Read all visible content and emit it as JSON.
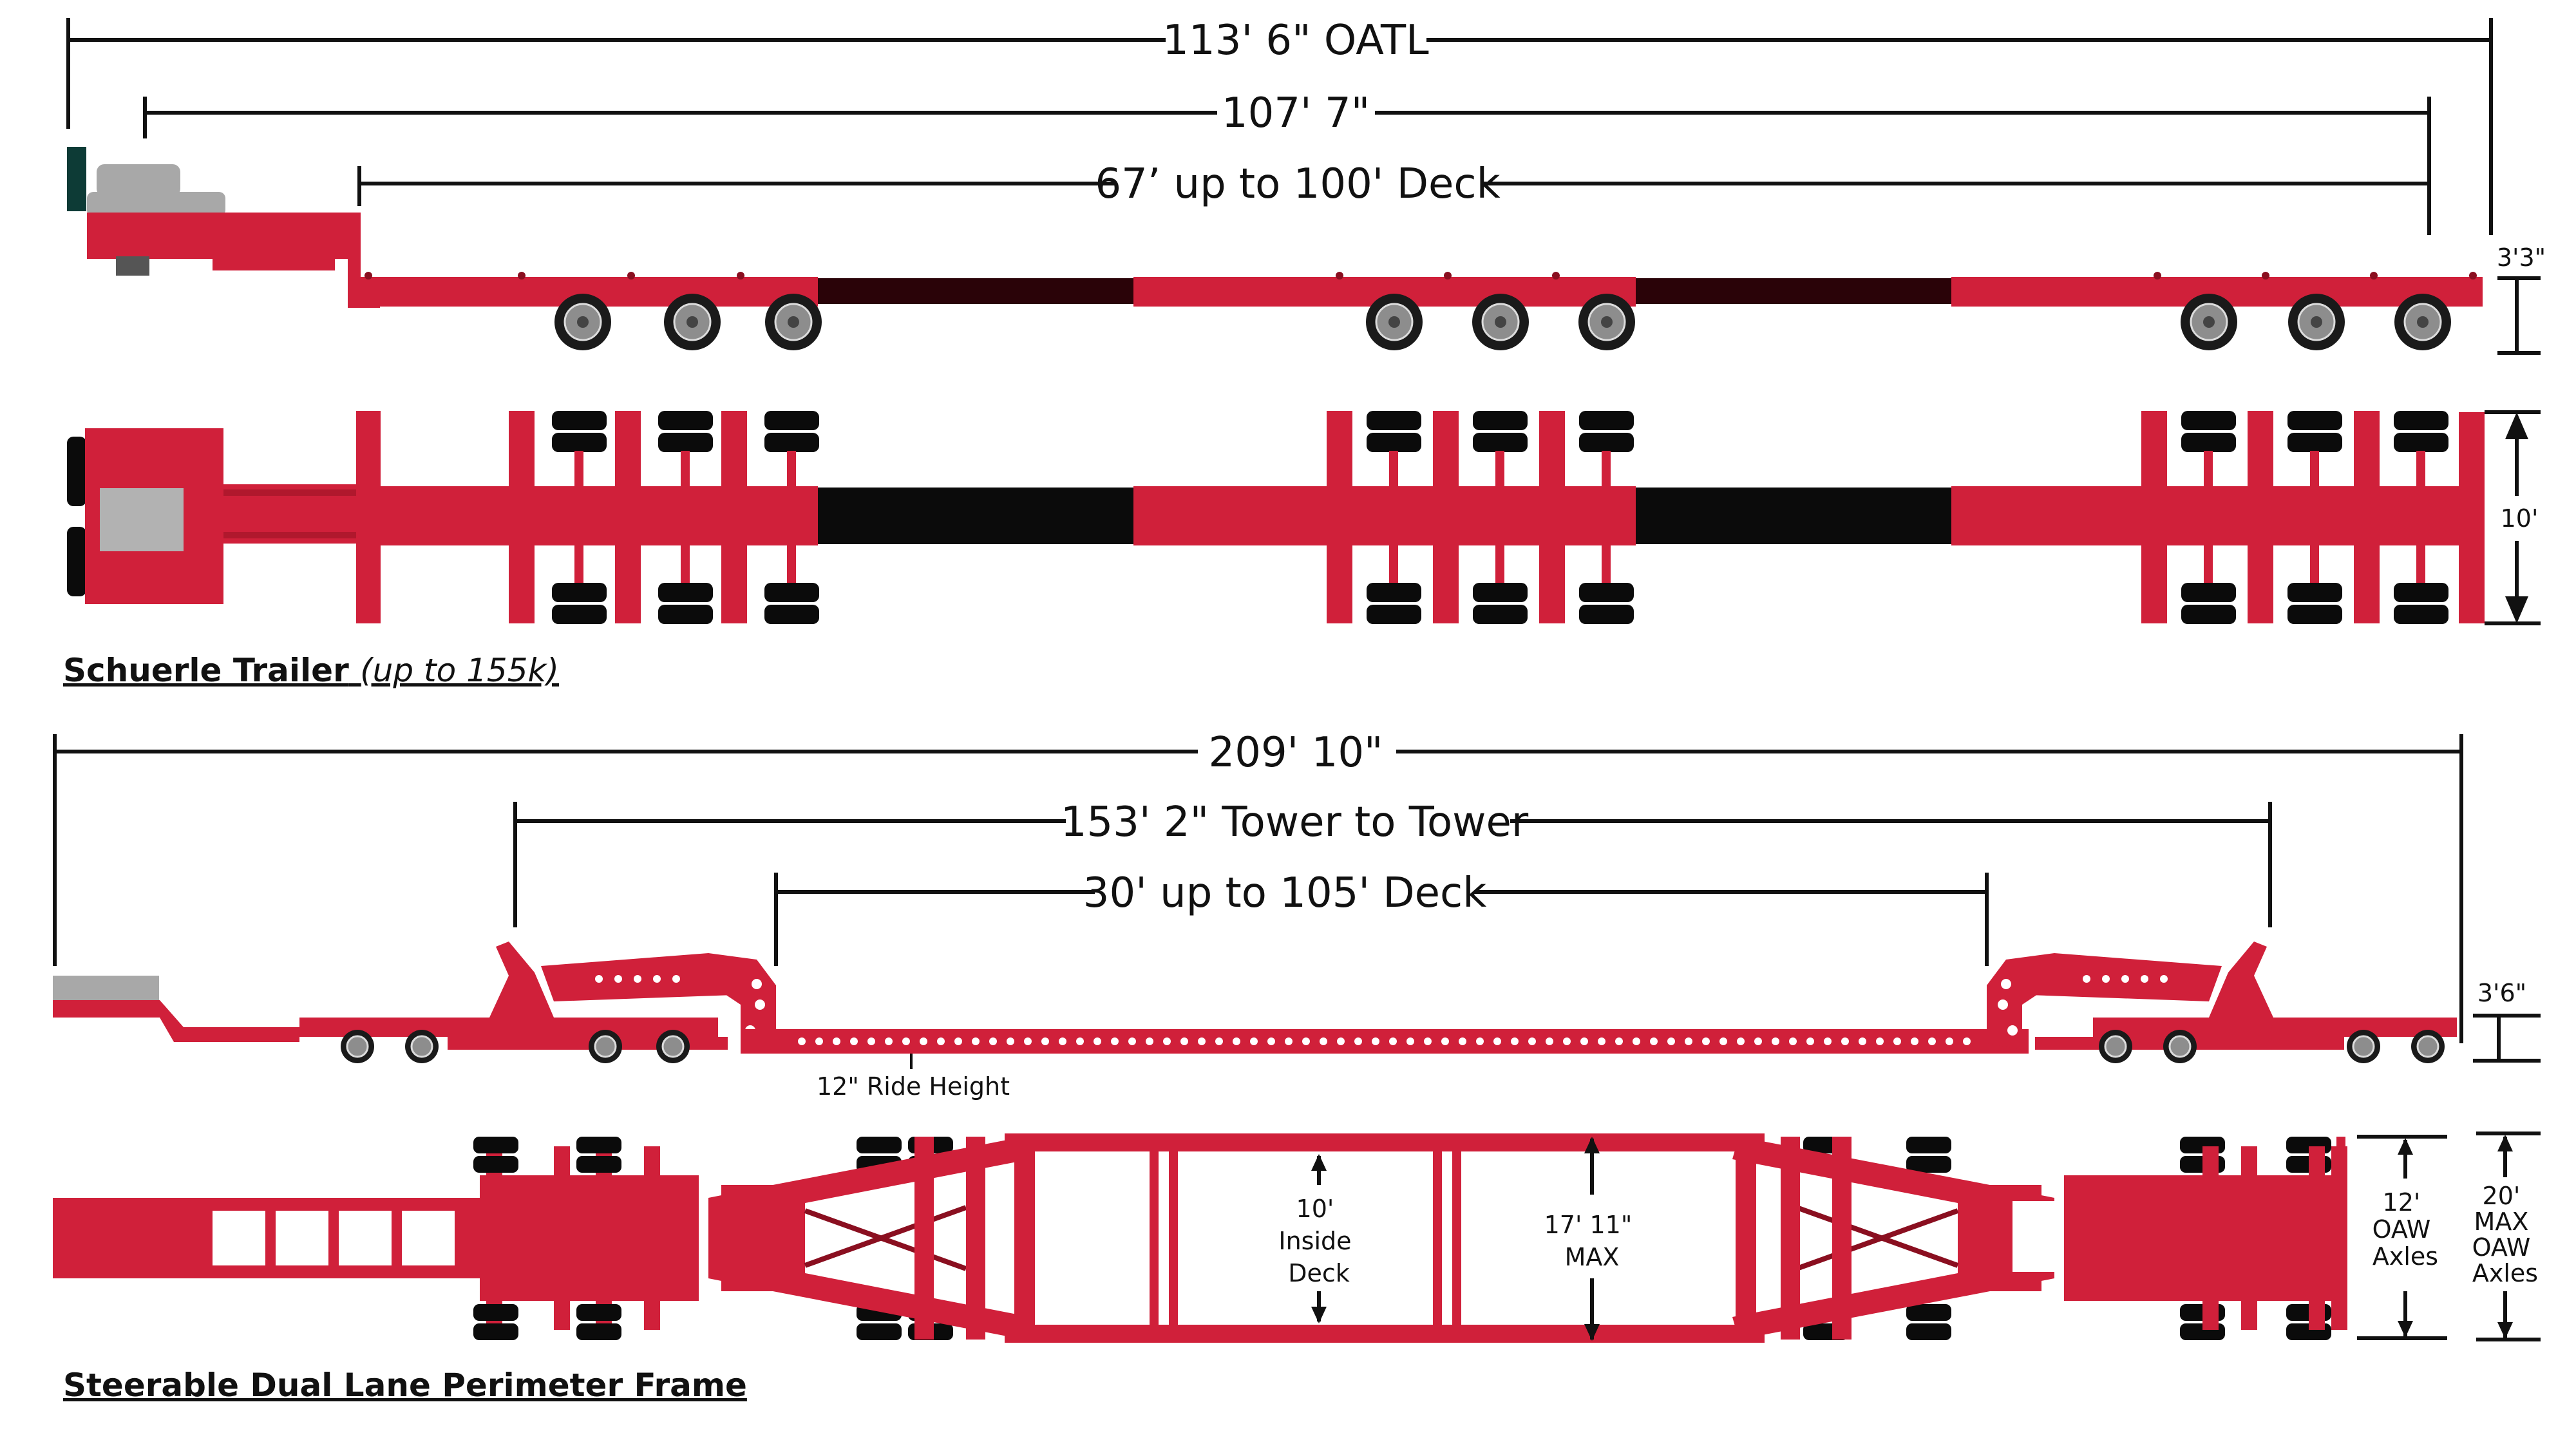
{
  "schuerle": {
    "dim_overall": "113' 6\" OATL",
    "dim_middle": "107' 7\"",
    "dim_deck": "67’ up to 100' Deck",
    "height": "3'3\"",
    "width": "10'",
    "title": "Schuerle Trailer",
    "subtitle": "(up to 155k)"
  },
  "perimeter": {
    "dim_overall": "209' 10\"",
    "dim_tower": "153' 2\" Tower to Tower",
    "dim_deck": "30' up to 105' Deck",
    "height": "3'6\"",
    "ride_height": "12\" Ride Height",
    "inside_deck": [
      "10'",
      "Inside",
      "Deck"
    ],
    "max_width": [
      "17' 11\"",
      "MAX"
    ],
    "oaw_axles": [
      "12'",
      "OAW",
      "Axles"
    ],
    "max_oaw_axles": [
      "20'",
      "MAX",
      "OAW",
      "Axles"
    ],
    "title": "Steerable Dual Lane Perimeter Frame"
  },
  "colors": {
    "trailer_red": "#d0203a",
    "deck_dark": "#2a0308",
    "tire_black": "#0b0b0b",
    "cab_gray": "#a8a8a8"
  }
}
